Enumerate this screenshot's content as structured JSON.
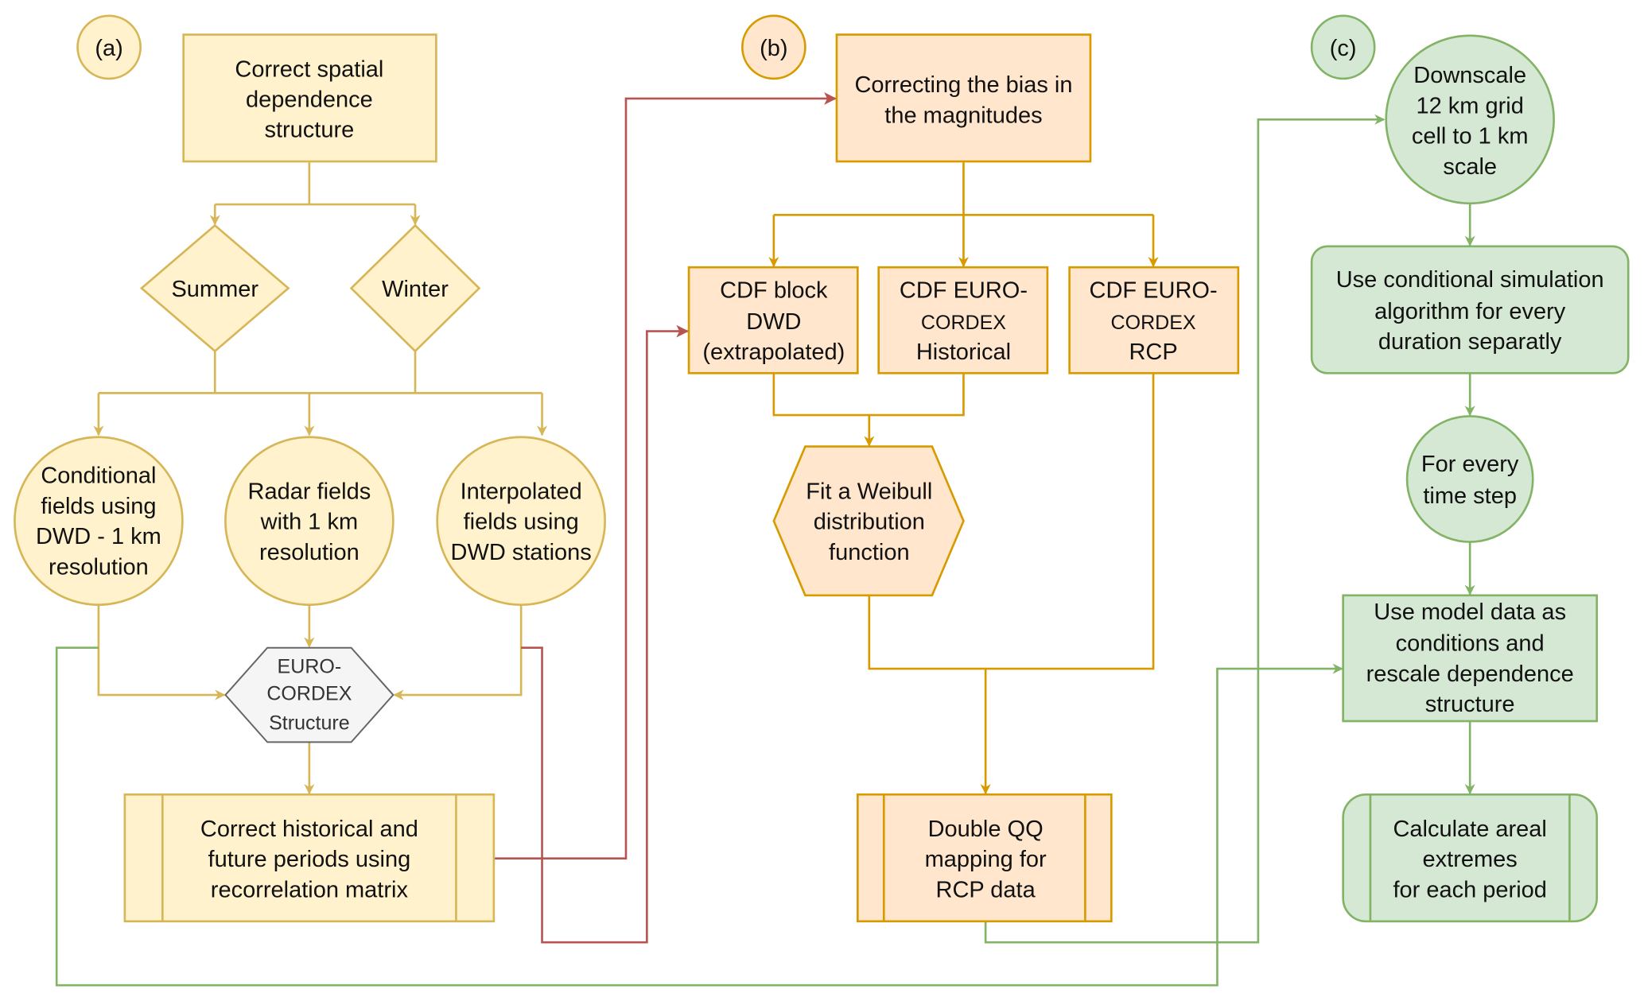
{
  "colors": {
    "yellow_fill": "#fff2cc",
    "yellow_stroke": "#d6b656",
    "orange_fill": "#ffe6cc",
    "orange_stroke": "#d79b00",
    "green_fill": "#d5e8d4",
    "green_stroke": "#82b366",
    "gray_fill": "#f5f5f5",
    "gray_stroke": "#666666",
    "red_line": "#b85450"
  },
  "panel_a": {
    "label": "(a)",
    "correct_spatial": [
      "Correct spatial",
      "dependence",
      "structure"
    ],
    "summer": "Summer",
    "winter": "Winter",
    "conditional": [
      "Conditional",
      "fields using",
      "DWD - 1 km",
      "resolution"
    ],
    "radar": [
      "Radar fields",
      "with 1 km",
      "resolution"
    ],
    "interpolated": [
      "Interpolated",
      "fields using",
      "DWD stations"
    ],
    "euro_cordex": [
      "EURO-",
      "CORDEX",
      "Structure"
    ],
    "correct_historical": [
      "Correct historical and",
      "future periods using",
      "recorrelation matrix"
    ]
  },
  "panel_b": {
    "label": "(b)",
    "correcting_bias": [
      "Correcting the bias in",
      "the magnitudes"
    ],
    "cdf_dwd": [
      "CDF block",
      "DWD",
      "(extrapolated)"
    ],
    "cdf_hist": [
      "CDF EURO-",
      "CORDEX",
      "Historical"
    ],
    "cdf_rcp": [
      "CDF EURO-",
      "CORDEX",
      "RCP"
    ],
    "weibull": [
      "Fit a Weibull",
      "distribution",
      "function"
    ],
    "double_qq": [
      "Double QQ",
      "mapping for",
      "RCP data"
    ]
  },
  "panel_c": {
    "label": "(c)",
    "downscale": [
      "Downscale",
      "12 km grid",
      "cell to 1 km",
      "scale"
    ],
    "conditional_sim": [
      "Use conditional simulation",
      "algorithm for every",
      "duration separatly"
    ],
    "every_step": [
      "For every",
      "time step"
    ],
    "model_data": [
      "Use model data as",
      "conditions and",
      "rescale dependence",
      "structure"
    ],
    "areal": [
      "Calculate areal",
      "extremes",
      "for each period"
    ]
  }
}
